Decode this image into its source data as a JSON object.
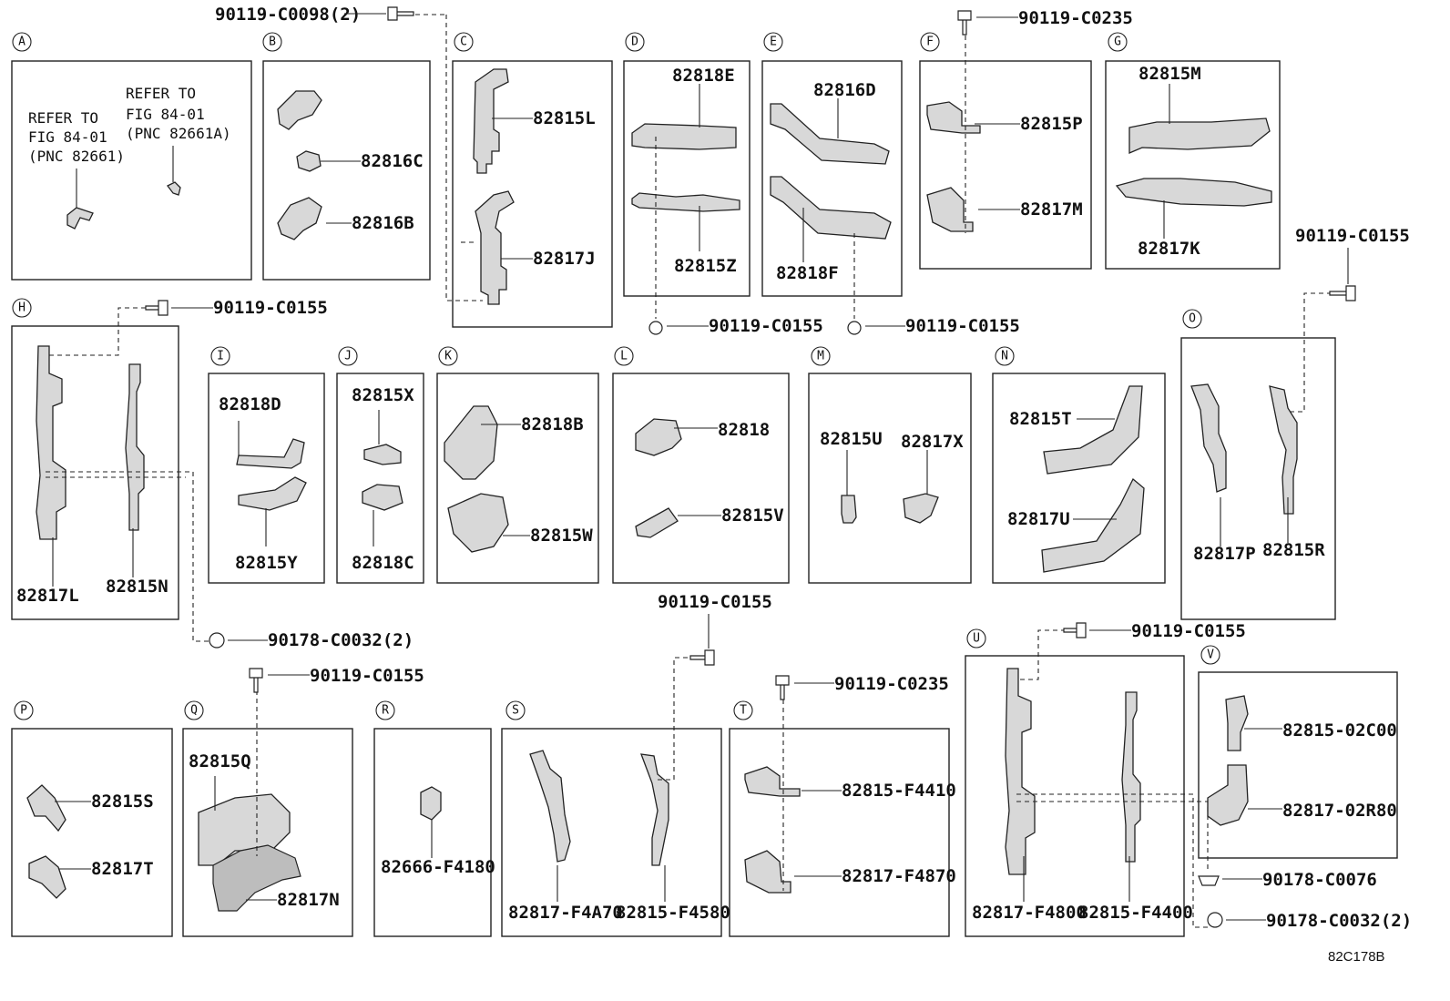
{
  "diagram_code": "82C178B",
  "sections": {
    "A": {
      "letter": "A",
      "refer_right": [
        "REFER TO",
        "FIG 84-01",
        "(PNC 82661A)"
      ],
      "refer_left": [
        "REFER TO",
        "FIG 84-01",
        "(PNC 82661)"
      ]
    },
    "B": {
      "letter": "B",
      "parts": [
        "82816C",
        "82816B"
      ]
    },
    "C": {
      "letter": "C",
      "parts": [
        "82815L",
        "82817J"
      ]
    },
    "D": {
      "letter": "D",
      "parts": [
        "82818E",
        "82815Z"
      ]
    },
    "E": {
      "letter": "E",
      "parts": [
        "82816D",
        "82818F"
      ]
    },
    "F": {
      "letter": "F",
      "parts": [
        "82815P",
        "82817M"
      ]
    },
    "G": {
      "letter": "G",
      "parts": [
        "82815M",
        "82817K"
      ]
    },
    "H": {
      "letter": "H",
      "parts": [
        "82817L",
        "82815N"
      ]
    },
    "I": {
      "letter": "I",
      "parts": [
        "82818D",
        "82815Y"
      ]
    },
    "J": {
      "letter": "J",
      "parts": [
        "82815X",
        "82818C"
      ]
    },
    "K": {
      "letter": "K",
      "parts": [
        "82818B",
        "82815W"
      ]
    },
    "L": {
      "letter": "L",
      "parts": [
        "82818",
        "82815V"
      ]
    },
    "M": {
      "letter": "M",
      "parts": [
        "82815U",
        "82817X"
      ]
    },
    "N": {
      "letter": "N",
      "parts": [
        "82815T",
        "82817U"
      ]
    },
    "O": {
      "letter": "O",
      "parts": [
        "82817P",
        "82815R"
      ]
    },
    "P": {
      "letter": "P",
      "parts": [
        "82815S",
        "82817T"
      ]
    },
    "Q": {
      "letter": "Q",
      "parts": [
        "82815Q",
        "82817N"
      ]
    },
    "R": {
      "letter": "R",
      "parts": [
        "82666-F4180"
      ]
    },
    "S": {
      "letter": "S",
      "parts": [
        "82817-F4A70",
        "82815-F4580"
      ]
    },
    "T": {
      "letter": "T",
      "parts": [
        "82815-F4410",
        "82817-F4870"
      ]
    },
    "U": {
      "letter": "U",
      "parts": [
        "82817-F4800",
        "82815-F4400"
      ]
    },
    "V": {
      "letter": "V",
      "parts": [
        "82815-02C00",
        "82817-02R80"
      ]
    }
  },
  "fasteners": {
    "c_top": "90119-C0098(2)",
    "f_top": "90119-C0235",
    "d_bottom": "90119-C0155",
    "e_bottom": "90119-C0155",
    "o_top": "90119-C0155",
    "h_top": "90119-C0155",
    "h_bottom": "90178-C0032(2)",
    "q_top": "90119-C0155",
    "s_top": "90119-C0155",
    "t_top": "90119-C0235",
    "u_top": "90119-C0155",
    "v_mid": "90178-C0076",
    "v_bottom": "90178-C0032(2)"
  }
}
